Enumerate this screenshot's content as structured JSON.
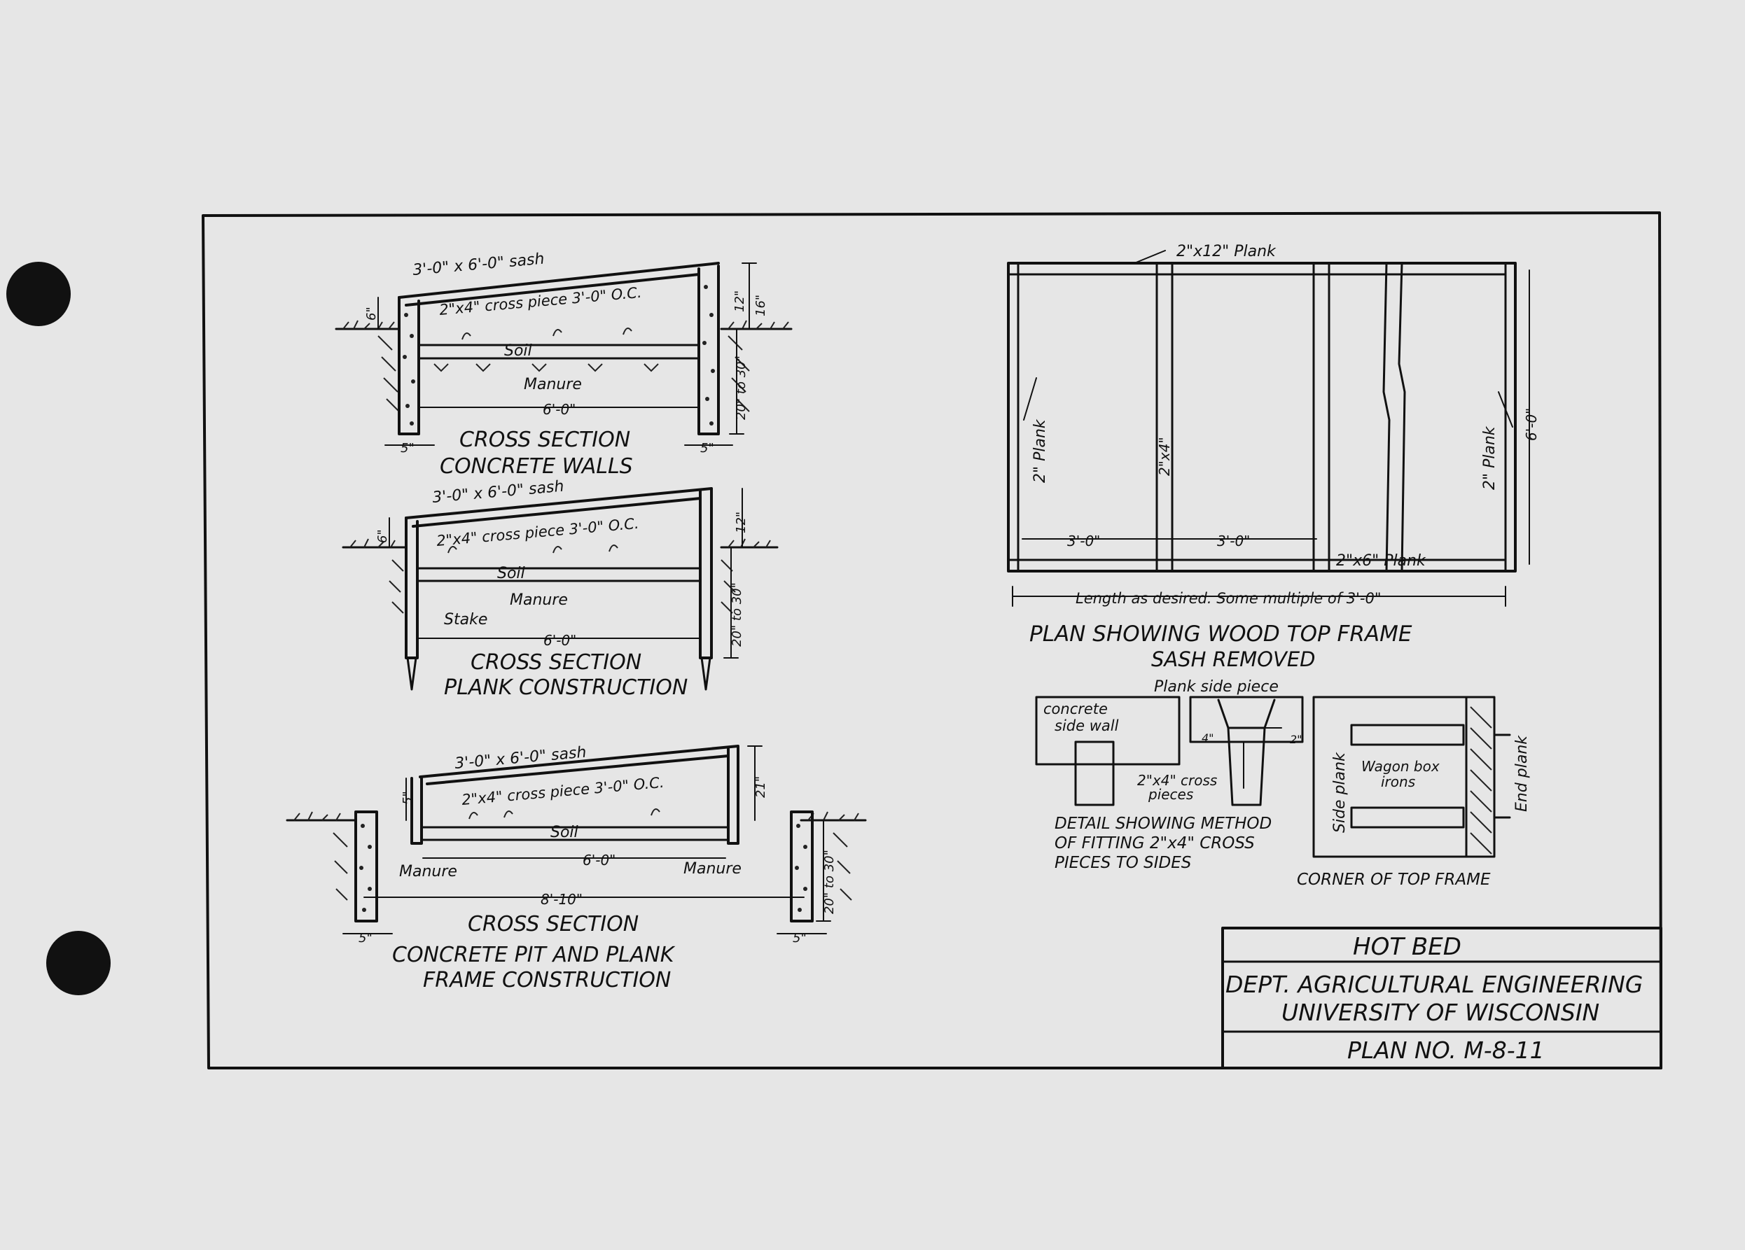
{
  "title_block": {
    "title": "HOT BED",
    "dept": "DEPT. AGRICULTURAL ENGINEERING",
    "university": "UNIVERSITY OF WISCONSIN",
    "plan_no": "PLAN NO. M-8-11"
  },
  "section_concrete_walls": {
    "sash": "3'-0\" x 6'-0\" sash",
    "cross_piece": "2\"x4\" cross piece 3'-0\" O.C.",
    "soil": "Soil",
    "manure": "Manure",
    "width": "6'-0\"",
    "depth": "20\" to 30\"",
    "h_left": "6\"",
    "h_right_a": "12\"",
    "h_right_b": "16\"",
    "wall_left": "5\"",
    "wall_right": "5\"",
    "caption_1": "CROSS SECTION",
    "caption_2": "CONCRETE WALLS"
  },
  "section_plank": {
    "sash": "3'-0\" x 6'-0\" sash",
    "cross_piece": "2\"x4\" cross piece 3'-0\" O.C.",
    "soil": "Soil",
    "manure": "Manure",
    "stake": "Stake",
    "width": "6'-0\"",
    "depth": "20\" to 30\"",
    "h_left": "6\"",
    "h_right": "12\"",
    "caption_1": "CROSS SECTION",
    "caption_2": "PLANK CONSTRUCTION"
  },
  "section_pit": {
    "sash": "3'-0\" x 6'-0\" sash",
    "cross_piece": "2\"x4\" cross piece 3'-0\" O.C.",
    "soil": "Soil",
    "manure_left": "Manure",
    "manure_right": "Manure",
    "inner_width": "6'-0\"",
    "outer_width": "8'-10\"",
    "depth": "20\" to 30\"",
    "h_left": "5\"",
    "h_right": "21\"",
    "wall_left": "5\"",
    "wall_right": "5\"",
    "caption_1": "CROSS SECTION",
    "caption_2": "CONCRETE PIT AND PLANK",
    "caption_3": "FRAME CONSTRUCTION"
  },
  "plan_view": {
    "top_plank": "2\"x12\" Plank",
    "left_plank": "2\" Plank",
    "right_plank": "2\" Plank",
    "cross_member": "2\"x4\"",
    "bay_1": "3'-0\"",
    "bay_2": "3'-0\"",
    "bottom_plank": "2\"x6\" Plank",
    "height": "6'-0\"",
    "length_note": "Length as desired. Some multiple of 3'-0\"",
    "caption_1": "PLAN SHOWING WOOD TOP FRAME",
    "caption_2": "SASH REMOVED"
  },
  "detail_fitting": {
    "plank_side_piece": "Plank side piece",
    "concrete_label_1": "concrete",
    "concrete_label_2": "side wall",
    "cross_label_1": "2\"x4\" cross",
    "cross_label_2": "pieces",
    "dim_a": "4\"",
    "dim_b": "2\"",
    "caption_1": "DETAIL SHOWING METHOD",
    "caption_2": "OF FITTING 2\"x4\" CROSS",
    "caption_3": "PIECES TO SIDES"
  },
  "detail_corner": {
    "side_plank": "Side plank",
    "end_plank": "End plank",
    "irons_1": "Wagon box",
    "irons_2": "irons",
    "caption": "CORNER OF TOP FRAME"
  }
}
